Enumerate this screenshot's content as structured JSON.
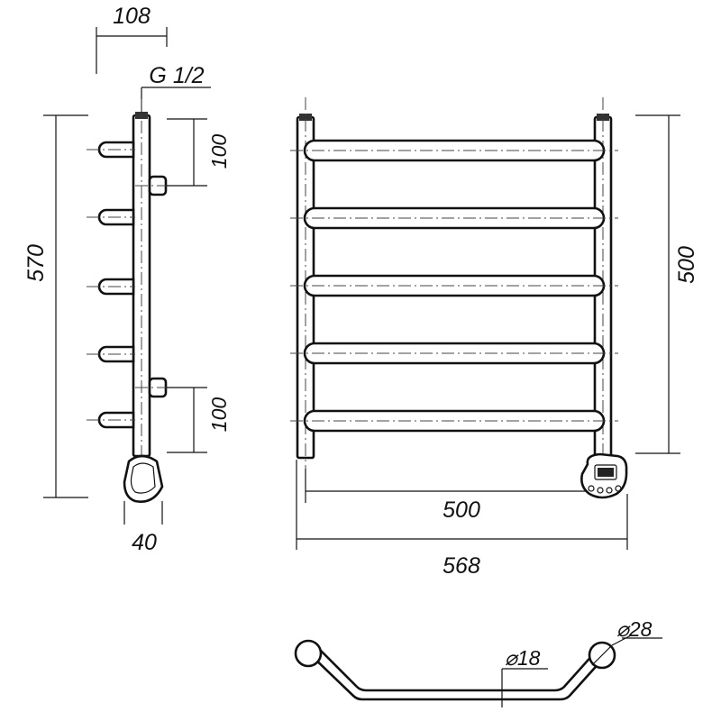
{
  "dimensions": {
    "side_depth": "108",
    "thread": "G 1/2",
    "side_height": "570",
    "side_top_spacing": "100",
    "side_bottom_spacing": "100",
    "side_base": "40",
    "front_height": "500",
    "front_axis_width": "500",
    "front_total_width": "568",
    "tube_small_diameter": "18",
    "tube_large_diameter": "28"
  },
  "symbols": {
    "diameter": "⌀"
  },
  "colors": {
    "line": "#111111",
    "background": "#ffffff"
  }
}
